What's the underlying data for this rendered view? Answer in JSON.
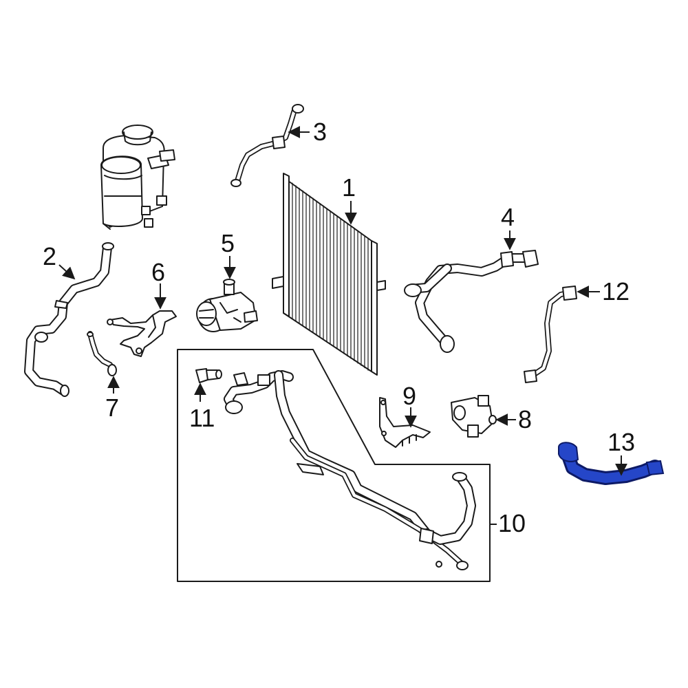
{
  "callouts": [
    {
      "id": "1",
      "label": "1"
    },
    {
      "id": "2",
      "label": "2"
    },
    {
      "id": "3",
      "label": "3"
    },
    {
      "id": "4",
      "label": "4"
    },
    {
      "id": "5",
      "label": "5"
    },
    {
      "id": "6",
      "label": "6"
    },
    {
      "id": "7",
      "label": "7"
    },
    {
      "id": "8",
      "label": "8"
    },
    {
      "id": "9",
      "label": "9"
    },
    {
      "id": "10",
      "label": "10"
    },
    {
      "id": "11",
      "label": "11"
    },
    {
      "id": "12",
      "label": "12"
    },
    {
      "id": "13",
      "label": "13"
    }
  ],
  "highlight": {
    "part": "13",
    "color": "#2546c8",
    "outline_color": "#0d1a66"
  },
  "line_color": "#1a1a1a"
}
